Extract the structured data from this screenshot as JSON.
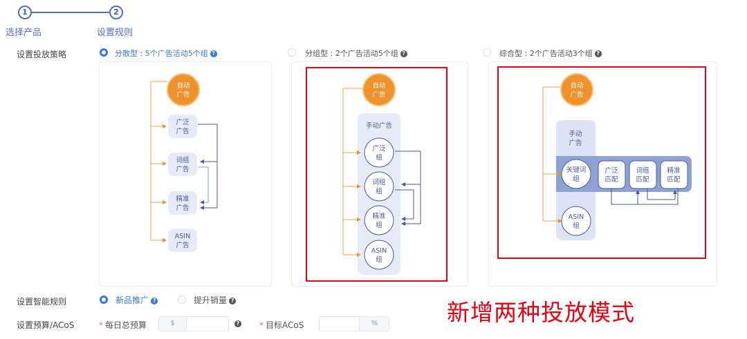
{
  "steps": [
    {
      "number": "1",
      "label": "选择产品"
    },
    {
      "number": "2",
      "label": "设置规则"
    }
  ],
  "strategy": {
    "label": "设置投放策略",
    "options": [
      {
        "label": "分散型 : 5个广告活动5个组",
        "selected": true
      },
      {
        "label": "分组型 : 2个广告活动5个组",
        "selected": false
      },
      {
        "label": "综合型 : 2个广告活动3个组",
        "selected": false
      }
    ],
    "help_glyph": "?"
  },
  "diagrams": {
    "scattered": {
      "auto": [
        "自动",
        "广告"
      ],
      "nodes": [
        [
          "广泛",
          "广告"
        ],
        [
          "词组",
          "广告"
        ],
        [
          "精准",
          "广告"
        ],
        [
          "ASIN",
          "广告"
        ]
      ]
    },
    "grouped": {
      "auto": [
        "自动",
        "广告"
      ],
      "manual_label": "手动广告",
      "nodes": [
        [
          "广泛",
          "组"
        ],
        [
          "词组",
          "组"
        ],
        [
          "精准",
          "组"
        ],
        [
          "ASIN",
          "组"
        ]
      ]
    },
    "combined": {
      "auto": [
        "自动",
        "广告"
      ],
      "manual_label": [
        "手动",
        "广告"
      ],
      "keyword_group": [
        "关键词",
        "组"
      ],
      "match_types": [
        [
          "广泛",
          "匹配"
        ],
        [
          "词组",
          "匹配"
        ],
        [
          "精准",
          "匹配"
        ]
      ],
      "asin_group": [
        "ASIN",
        "组"
      ]
    }
  },
  "smart_rule": {
    "label": "设置智能规则",
    "options": [
      {
        "label": "新品推广",
        "selected": true
      },
      {
        "label": "提升销量",
        "selected": false
      }
    ]
  },
  "budget": {
    "label": "设置预算/ACoS",
    "daily_budget": {
      "required_mark": "*",
      "label": "每日总预算",
      "prefix": "$",
      "value": ""
    },
    "target_acos": {
      "required_mark": "*",
      "label": "目标ACoS",
      "suffix": "%",
      "value": ""
    }
  },
  "annotation": "新增两种投放模式",
  "colors": {
    "accent": "#2d7ae6",
    "step": "#4a6fc4",
    "orange": "#f0922b",
    "node_fill": "#e6ebf8",
    "node_text": "#4a5a9c",
    "arrow_blue": "#4a5a9c",
    "annotation_red": "#e60012"
  }
}
